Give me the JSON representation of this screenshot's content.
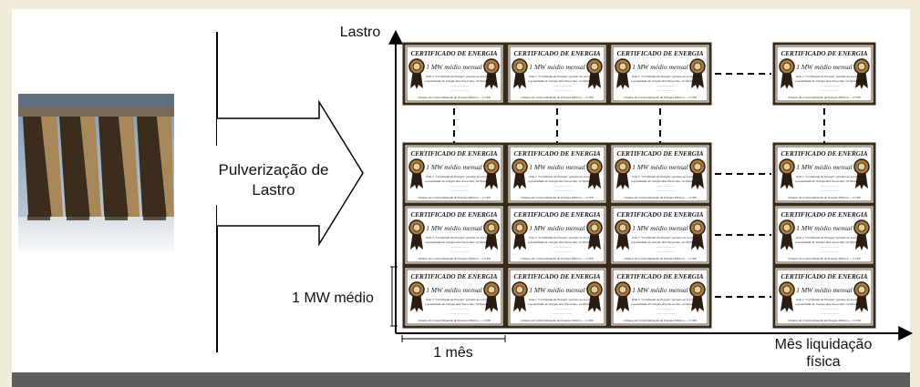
{
  "colors": {
    "background": "#f1ebd9",
    "panel": "#ffffff",
    "bar": "#5d5d5d",
    "certificate_frame": "#3a2a18",
    "seal": "#a97a3e",
    "axis": "#000000"
  },
  "labels": {
    "arrow_line1": "Pulverização de",
    "arrow_line2": "Lastro",
    "y_axis": "Lastro",
    "x_axis_line1": "Mês liquidação",
    "x_axis_line2": "física",
    "mw_unit": "1 MW médio",
    "month_unit": "1 mês"
  },
  "certificate": {
    "title": "CERTIFICADO DE ENERGIA",
    "value": "1 MW médio mensal",
    "body_lines": [
      "Esta é \"Certificado de Energia\" garante ao seu titular",
      "a quantidade de energia descrita acima, verificada pela",
      "... ... ... ... ... ...",
      "... ... ... ... ... ..."
    ],
    "issuer": "Câmara de Comercialização de Energia Elétrica — CCEE"
  },
  "grid": {
    "rows": 4,
    "columns": 4
  },
  "photo": {
    "subject": "hydroelectric dam",
    "icon": "dam-photo-icon"
  }
}
